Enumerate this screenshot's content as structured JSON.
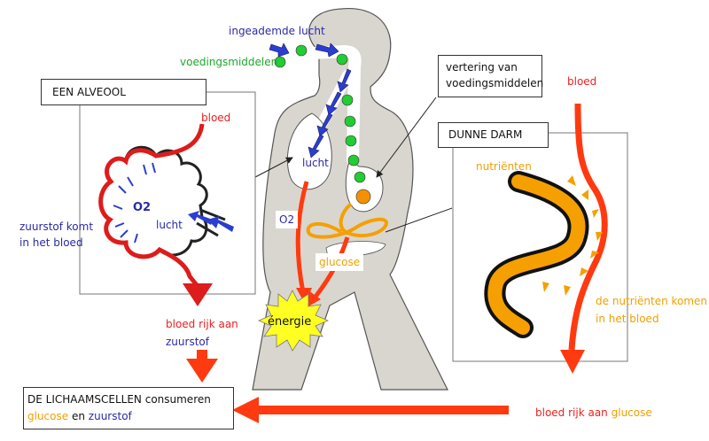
{
  "colors": {
    "body_fill": "#d9d6cf",
    "body_stroke": "#555555",
    "air_arrow": "#2a3fd0",
    "food_dot": "#22cc33",
    "blood": "#ff3a10",
    "alveolus_blood": "#dd1c1c",
    "nutrient": "#f5a000",
    "energy_star": "#ffff22",
    "text_blue": "#2a2aa8",
    "text_green": "#1fa82a",
    "text_red": "#ee2020",
    "text_orange": "#f0a000"
  },
  "top": {
    "inhaled_air": "ingeademde lucht",
    "food": "voedingsmiddelen"
  },
  "lungs": {
    "air_label": "lucht",
    "o2_label": "O2"
  },
  "gut": {
    "glucose_label": "glucose",
    "energy_label": "énergie"
  },
  "alveolus_panel": {
    "title": "EEN ALVEOOL",
    "blood_label": "bloed",
    "o2_label": "O2",
    "air_label": "lucht",
    "oxygen_enters_line1": "zuurstof komt",
    "oxygen_enters_line2": "in het bloed"
  },
  "digestion_box": {
    "line1": "vertering van",
    "line2": "voedingsmiddelen"
  },
  "small_intestine_panel": {
    "title": "DUNNE DARM",
    "blood_label": "bloed",
    "nutrients_label": "nutriënten",
    "nutrients_enter_line1": "de nutriënten komen",
    "nutrients_enter_line2": "in het bloed"
  },
  "flow": {
    "oxygen_rich_line1": "bloed rijk aan",
    "oxygen_rich_line2": "zuurstof",
    "glucose_rich_prefix": "bloed rijk aan",
    "glucose_rich_suffix": "glucose"
  },
  "cells_box": {
    "title": "DE LICHAAMSCELLEN",
    "verb": "consumeren",
    "glucose": "glucose",
    "and": "en",
    "oxygen": "zuurstof"
  }
}
